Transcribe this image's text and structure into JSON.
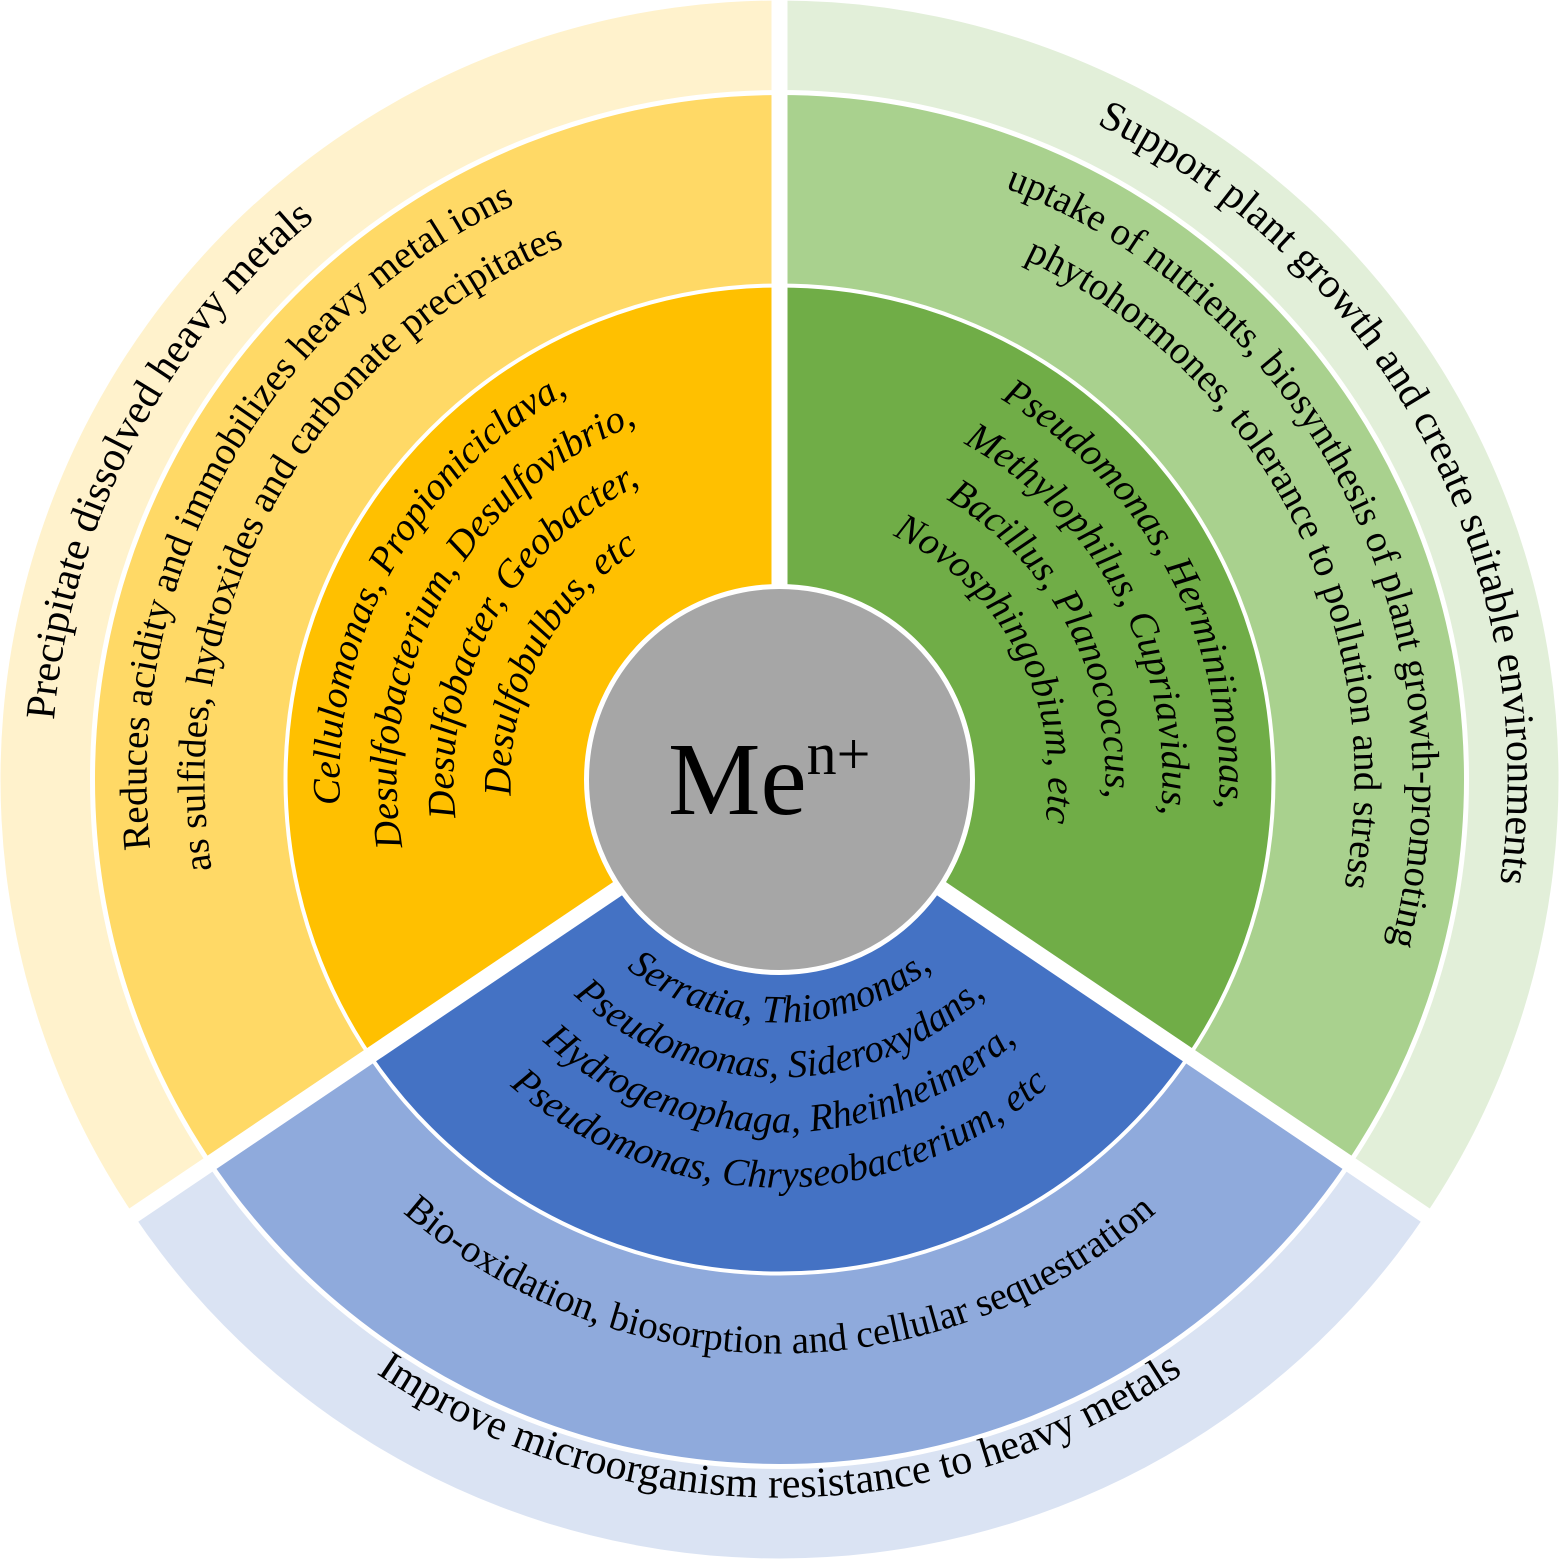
{
  "center": {
    "label": "Me",
    "superscript": "n+",
    "color": "#A6A6A6"
  },
  "sectors": [
    {
      "id": "yellow",
      "outer_label": "Precipitate dissolved heavy metals",
      "middle_lines": [
        "Reduces acidity and immobilizes heavy metal ions",
        "as sulfides, hydroxides and carbonate precipitates"
      ],
      "inner_lines": [
        "Cellulomonas, Propioniciclava,",
        "Desulfobacterium, Desulfovibrio,",
        "Desulfobacter, Geobacter,",
        "Desulfobulbus, etc"
      ],
      "colors": {
        "outer": "#FFF2CC",
        "middle": "#FFD966",
        "inner": "#FFC000"
      }
    },
    {
      "id": "green",
      "outer_label": "Support plant growth and create suitable environments",
      "middle_lines": [
        "uptake of nutrients, biosynthesis of plant growth-promoting",
        "phytohormones, tolerance to pollution and stress"
      ],
      "inner_lines": [
        "Pseudomonas, Herminiimonas,",
        "Methylophilus, Cupriavidus,",
        "Bacillus, Planococcus,",
        "Novosphingobium, etc"
      ],
      "colors": {
        "outer": "#E2EFD9",
        "middle": "#A9D18E",
        "inner": "#70AD47"
      }
    },
    {
      "id": "blue",
      "outer_label": "Improve microorganism resistance to heavy metals",
      "middle_lines": [
        "Bio-oxidation, biosorption and cellular sequestration"
      ],
      "inner_lines": [
        "Serratia, Thiomonas,",
        "Pseudomonas, Sideroxydans,",
        "Hydrogenophaga, Rheinheimera,",
        "Pseudomonas, Chryseobacterium, etc"
      ],
      "colors": {
        "outer": "#DAE3F3",
        "middle": "#8FAADC",
        "inner": "#4472C4"
      }
    }
  ]
}
